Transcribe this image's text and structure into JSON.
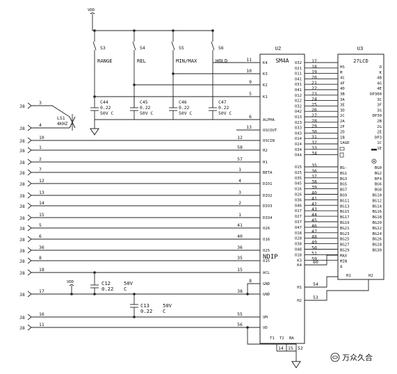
{
  "vdd_top": "VDD",
  "vdd_mid": "VDD",
  "switches": [
    {
      "ref": "S3",
      "label": "RANGE"
    },
    {
      "ref": "S4",
      "label": "REL"
    },
    {
      "ref": "S5",
      "label": "MIN/MAX"
    },
    {
      "ref": "S6",
      "label": "HOLD"
    }
  ],
  "caps_top": [
    {
      "ref": "C44",
      "v1": "0.22",
      "v2": "50V C"
    },
    {
      "ref": "C45",
      "v1": "0.22",
      "v2": "50V C"
    },
    {
      "ref": "C46",
      "v1": "0.22",
      "v2": "50V C"
    },
    {
      "ref": "C47",
      "v1": "0.22",
      "v2": "50V C"
    }
  ],
  "ls1": {
    "ref": "LS1",
    "freq": "4KHZ"
  },
  "c12": {
    "ref": "C12",
    "val": "0.22",
    "volt": "50V",
    "suffix": "C"
  },
  "c13": {
    "ref": "C13",
    "val": "0.22",
    "volt": "50V",
    "suffix": "C"
  },
  "u2": {
    "ref": "U2",
    "name": "SM4A",
    "ndip": "NDIP",
    "bottom_labels": [
      "T1",
      "T2",
      "BA"
    ]
  },
  "u3": {
    "ref": "U3",
    "name": "27LCD"
  },
  "connector": "J8",
  "j8_rows": [
    {
      "pin": "3",
      "u2pin": "",
      "u2label": ""
    },
    {
      "pin": "4",
      "u2pin": "",
      "u2label": ""
    },
    {
      "pin": "10",
      "u2pin": "12",
      "u2label": "OSCIN"
    },
    {
      "pin": "1",
      "u2pin": "58",
      "u2label": "H2"
    },
    {
      "pin": "2",
      "u2pin": "57",
      "u2label": "H1"
    },
    {
      "pin": "7",
      "u2pin": "1",
      "u2label": "BETA"
    },
    {
      "pin": "12",
      "u2pin": "4",
      "u2label": "DIO1"
    },
    {
      "pin": "13",
      "u2pin": "3",
      "u2label": "DIO2"
    },
    {
      "pin": "14",
      "u2pin": "2",
      "u2label": "DIO3"
    },
    {
      "pin": "15",
      "u2pin": "1",
      "u2label": "DIO4"
    },
    {
      "pin": "5",
      "u2pin": "41",
      "u2label": "O26"
    },
    {
      "pin": "6",
      "u2pin": "40",
      "u2label": "O16"
    },
    {
      "pin": "36",
      "u2pin": "36",
      "u2label": "O25"
    },
    {
      "pin": "8",
      "u2pin": "35",
      "u2label": "O15"
    },
    {
      "pin": "18",
      "u2pin": "15",
      "u2label": "ACL"
    },
    {
      "pin": "17",
      "u2pin": "38",
      "u2label": "GND"
    },
    {
      "pin": "16",
      "u2pin": "55",
      "u2label": "VM"
    },
    {
      "pin": "11",
      "u2pin": "56",
      "u2label": "VD"
    }
  ],
  "u2_left_pins": [
    {
      "num": "11",
      "label": "K4"
    },
    {
      "num": "10",
      "label": "K3"
    },
    {
      "num": "9",
      "label": "K2"
    },
    {
      "num": "5",
      "label": "K1"
    },
    {
      "num": "6",
      "label": "ALPHA"
    },
    {
      "num": "13",
      "label": "OSCOUT"
    },
    {
      "num": "8",
      "label": "GND"
    }
  ],
  "u2_outputs_a": [
    {
      "num": "17",
      "label": "O32"
    },
    {
      "num": "18",
      "label": "O21"
    },
    {
      "num": "19",
      "label": "O11"
    },
    {
      "num": "20",
      "label": "O41"
    },
    {
      "num": "21",
      "label": "O31"
    },
    {
      "num": "22",
      "label": "O41"
    },
    {
      "num": "23",
      "label": "O12"
    },
    {
      "num": "24",
      "label": "O22"
    },
    {
      "num": "25",
      "label": "O32"
    },
    {
      "num": "26",
      "label": "O42"
    },
    {
      "num": "27",
      "label": "O13"
    },
    {
      "num": "28",
      "label": "O23"
    },
    {
      "num": "29",
      "label": "O33"
    },
    {
      "num": "30",
      "label": "O43"
    },
    {
      "num": "31",
      "label": "O14"
    },
    {
      "num": "32",
      "label": "O24"
    },
    {
      "num": "33",
      "label": "O34"
    },
    {
      "num": "34",
      "label": "O44"
    }
  ],
  "u2_outputs_b": [
    {
      "num": "35",
      "label": "O15"
    },
    {
      "num": "36",
      "label": "O25"
    },
    {
      "num": "37",
      "label": "O35"
    },
    {
      "num": "38",
      "label": "O45"
    },
    {
      "num": "39",
      "label": "O16"
    },
    {
      "num": "40",
      "label": "O26"
    },
    {
      "num": "41",
      "label": "O36"
    },
    {
      "num": "42",
      "label": "O46"
    },
    {
      "num": "43",
      "label": "O17"
    },
    {
      "num": "44",
      "label": "O27"
    },
    {
      "num": "45",
      "label": "O37"
    },
    {
      "num": "46",
      "label": "O47"
    },
    {
      "num": "47",
      "label": "O18"
    },
    {
      "num": "48",
      "label": "O28"
    },
    {
      "num": "49",
      "label": "O38"
    },
    {
      "num": "50",
      "label": "O48"
    },
    {
      "num": "51",
      "label": "O18"
    },
    {
      "num": "59",
      "label": "K3"
    }
  ],
  "u2_right_extra": [
    {
      "num": "60",
      "label": "K4"
    },
    {
      "num": "54",
      "label": "H1"
    },
    {
      "num": "53",
      "label": "H2"
    }
  ],
  "u2_bottom_pins": [
    "14",
    "15",
    "52"
  ],
  "u3_left_a": [
    "HS",
    "M",
    "4C",
    "4F",
    "4D",
    "3B",
    "3A",
    "3E",
    "3D",
    "2C",
    "2A",
    "2F",
    "2D",
    "1B",
    "1AGD"
  ],
  "u3_right_a": [
    "Ω",
    "K",
    "4B",
    "4G",
    "4E",
    "DP300",
    "3C",
    "3F",
    "3G",
    "DP30",
    "2B",
    "2G",
    "2E",
    "DP3",
    "1C",
    "1E"
  ],
  "u3_left_b": [
    "BG-",
    "BG1",
    "BG3",
    "BG5",
    "BG7",
    "BG9",
    "BG11",
    "BG13",
    "BG15",
    "BG17",
    "BG19",
    "BG21",
    "BG23",
    "BG25",
    "BG27",
    "BG29",
    "MAX",
    "MIN",
    "Δ"
  ],
  "u3_right_b": [
    "BG0",
    "BG2",
    "BF4",
    "BG6",
    "BG8",
    "BG10",
    "BG12",
    "BG14",
    "BG16",
    "BG18",
    "BG20",
    "BG22",
    "BG24",
    "BG26",
    "BG28",
    "BG30"
  ],
  "u3_bottom": [
    "H1",
    "H2"
  ],
  "watermark": "万众久合"
}
